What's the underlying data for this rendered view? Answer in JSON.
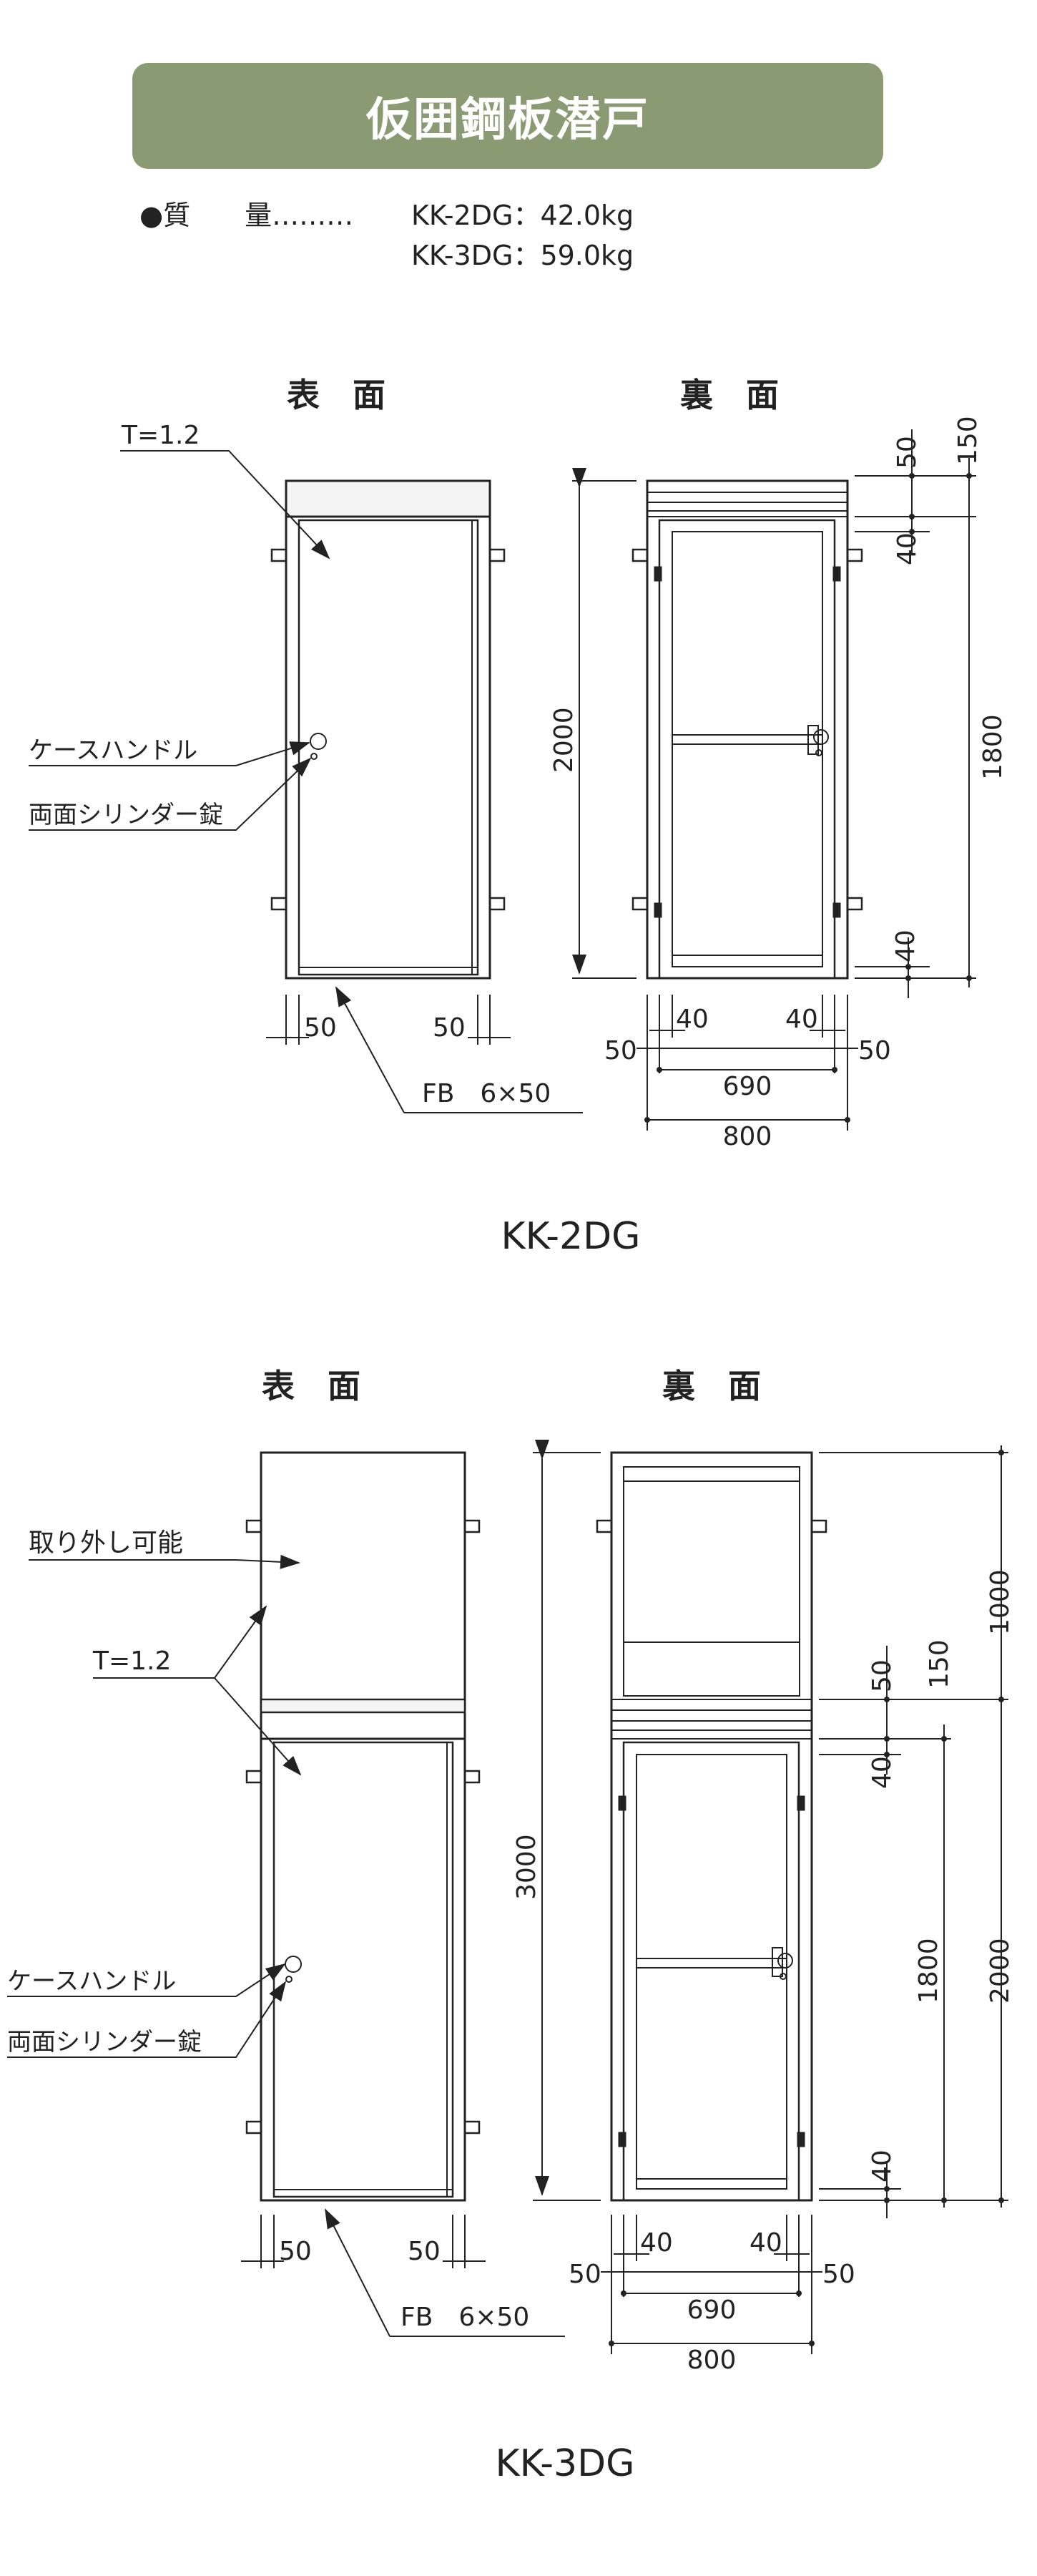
{
  "header": {
    "title": "仮囲鋼板潜戸"
  },
  "spec": {
    "bullet_label": "●質　　量",
    "leader": "………",
    "kk2": "KK-2DG：42.0kg",
    "kk3": "KK-3DG：59.0kg"
  },
  "diagram1": {
    "front_label": "表　面",
    "back_label": "裏　面",
    "t_label": "T=1.2",
    "handle_label": "ケースハンドル",
    "lock_label": "両面シリンダー錠",
    "fb_label": "FB　6×50",
    "dims": {
      "d50a": "50",
      "d150": "150",
      "d40a": "40",
      "d1800": "1800",
      "d2000": "2000",
      "d40b": "40",
      "f50l": "50",
      "f50r": "50",
      "b40l": "40",
      "b40r": "40",
      "b50l": "50",
      "b50r": "50",
      "w690": "690",
      "w800": "800"
    },
    "model": "KK-2DG"
  },
  "diagram2": {
    "front_label": "表　面",
    "back_label": "裏　面",
    "removable_label": "取り外し可能",
    "t_label": "T=1.2",
    "handle_label": "ケースハンドル",
    "lock_label": "両面シリンダー錠",
    "fb_label": "FB　6×50",
    "dims": {
      "d1000": "1000",
      "d50a": "50",
      "d150": "150",
      "d40a": "40",
      "d3000": "3000",
      "d1800": "1800",
      "d2000": "2000",
      "d40b": "40",
      "f50l": "50",
      "f50r": "50",
      "b40l": "40",
      "b40r": "40",
      "b50l": "50",
      "b50r": "50",
      "w690": "690",
      "w800": "800"
    },
    "model": "KK-3DG"
  }
}
